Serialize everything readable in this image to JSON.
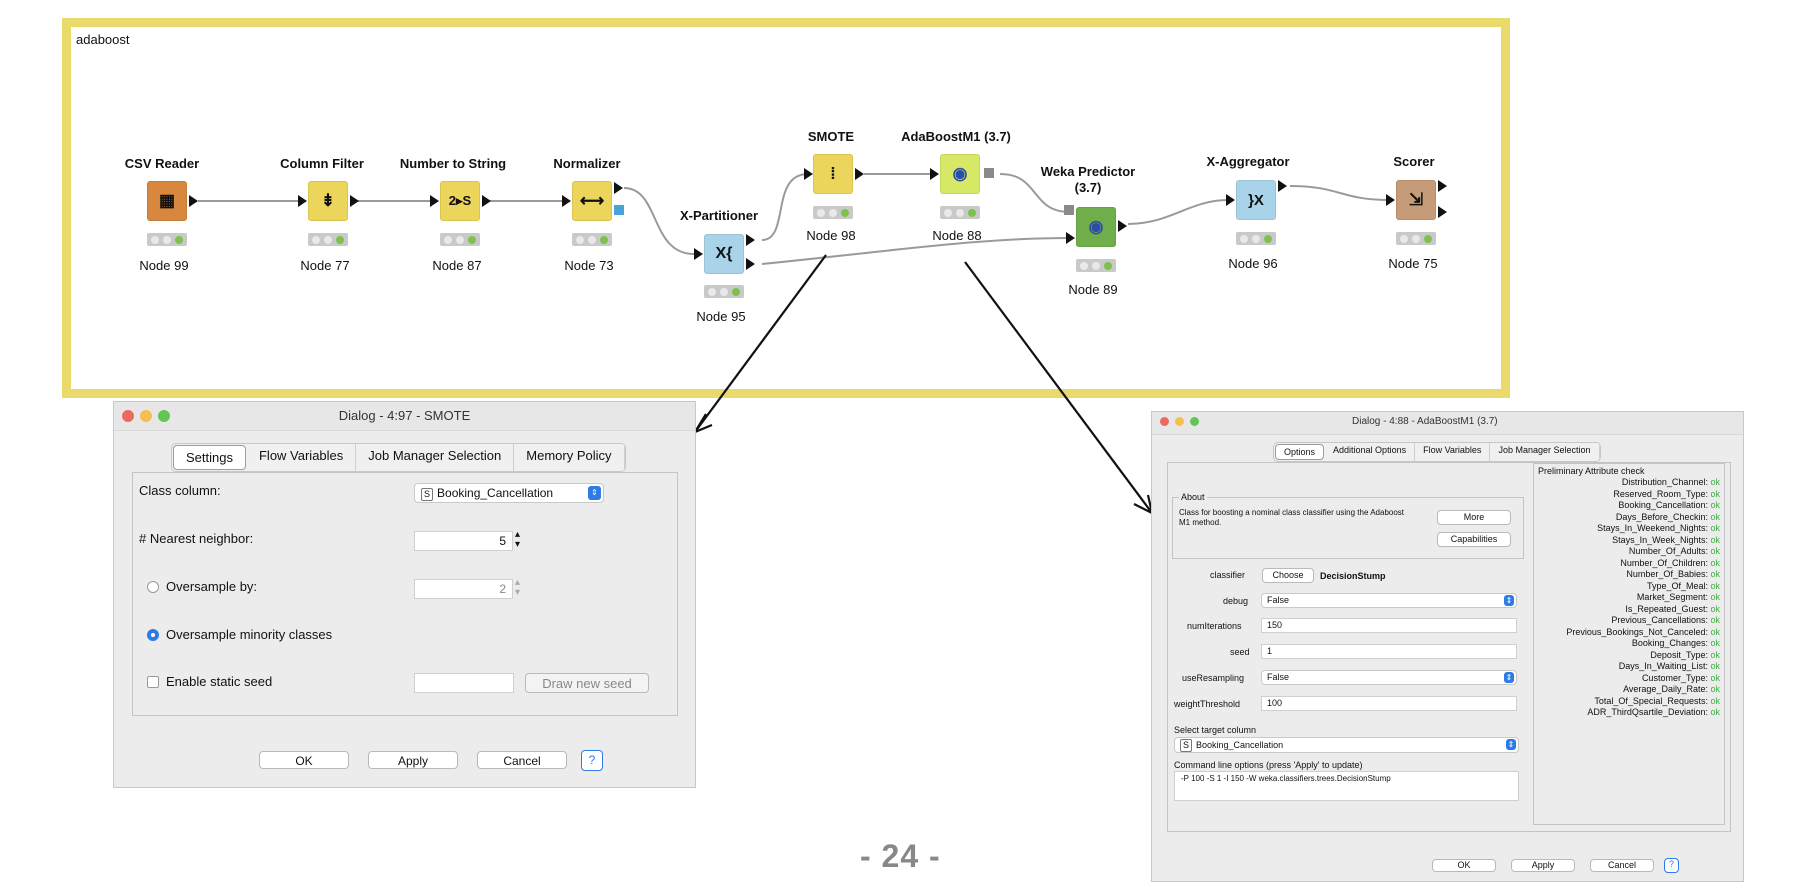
{
  "workflow": {
    "title": "adaboost",
    "nodes": [
      {
        "title": "CSV Reader",
        "icon": "table-import-icon",
        "glyph": "▦",
        "label": "Node 99"
      },
      {
        "title": "Column Filter",
        "icon": "column-filter-icon",
        "glyph": "⇟",
        "label": "Node 77"
      },
      {
        "title": "Number to String",
        "icon": "number-to-string-icon",
        "glyph": "2▸S",
        "label": "Node 87"
      },
      {
        "title": "Normalizer",
        "icon": "normalizer-icon",
        "glyph": "⟷",
        "label": "Node 73"
      },
      {
        "title": "X-Partitioner",
        "icon": "loop-start-icon",
        "glyph": "X{",
        "label": "Node 95"
      },
      {
        "title": "SMOTE",
        "icon": "scatter-icon",
        "glyph": "⁞",
        "label": "Node 98"
      },
      {
        "title": "AdaBoostM1 (3.7)",
        "icon": "weka-learner-icon",
        "glyph": "◉",
        "label": "Node 88"
      },
      {
        "title": "Weka Predictor",
        "title2": "(3.7)",
        "icon": "weka-predictor-icon",
        "glyph": "◉",
        "label": "Node 89"
      },
      {
        "title": "X-Aggregator",
        "icon": "loop-end-icon",
        "glyph": "}X",
        "label": "Node 96"
      },
      {
        "title": "Scorer",
        "icon": "scorer-icon",
        "glyph": "⇲",
        "label": "Node 75"
      }
    ]
  },
  "smote_dialog": {
    "title": "Dialog - 4:97 - SMOTE",
    "tabs": [
      "Settings",
      "Flow Variables",
      "Job Manager Selection",
      "Memory Policy"
    ],
    "class_column_label": "Class column:",
    "class_column_value": "Booking_Cancellation",
    "nearest_neighbor_label": "# Nearest neighbor:",
    "nearest_neighbor_value": "5",
    "oversample_by_label": "Oversample by:",
    "oversample_by_value": "2",
    "oversample_minority_label": "Oversample minority classes",
    "static_seed_label": "Enable static seed",
    "draw_seed_label": "Draw new seed",
    "ok": "OK",
    "apply": "Apply",
    "cancel": "Cancel",
    "help": "?"
  },
  "ada_dialog": {
    "title": "Dialog - 4:88 - AdaBoostM1 (3.7)",
    "tabs": [
      "Options",
      "Additional Options",
      "Flow Variables",
      "Job Manager Selection"
    ],
    "about_label": "About",
    "about_text": "Class for boosting a nominal class classifier using the Adaboost M1 method.",
    "more": "More",
    "capabilities": "Capabilities",
    "classifier_label": "classifier",
    "choose": "Choose",
    "classifier_value": "DecisionStump",
    "debug_label": "debug",
    "debug_value": "False",
    "numIterations_label": "numIterations",
    "numIterations_value": "150",
    "seed_label": "seed",
    "seed_value": "1",
    "useResampling_label": "useResampling",
    "useResampling_value": "False",
    "weightThreshold_label": "weightThreshold",
    "weightThreshold_value": "100",
    "target_label": "Select target column",
    "target_value": "Booking_Cancellation",
    "cmd_label": "Command line options (press 'Apply' to update)",
    "cmd_value": "-P 100 -S 1 -I 150 -W weka.classifiers.trees.DecisionStump",
    "attr_title": "Preliminary Attribute check",
    "attributes": [
      "Distribution_Channel",
      "Reserved_Room_Type",
      "Booking_Cancellation",
      "Days_Before_Checkin",
      "Stays_In_Weekend_Nights",
      "Stays_In_Week_Nights",
      "Number_Of_Adults",
      "Number_Of_Children",
      "Number_Of_Babies",
      "Type_Of_Meal",
      "Market_Segment",
      "Is_Repeated_Guest",
      "Previous_Cancellations",
      "Previous_Bookings_Not_Canceled",
      "Booking_Changes",
      "Deposit_Type",
      "Days_In_Waiting_List",
      "Customer_Type",
      "Average_Daily_Rate",
      "Total_Of_Special_Requests",
      "ADR_ThirdQsartile_Deviation"
    ],
    "attr_status": "ok",
    "ok": "OK",
    "apply": "Apply",
    "cancel": "Cancel"
  },
  "page_number": "- 24 -"
}
